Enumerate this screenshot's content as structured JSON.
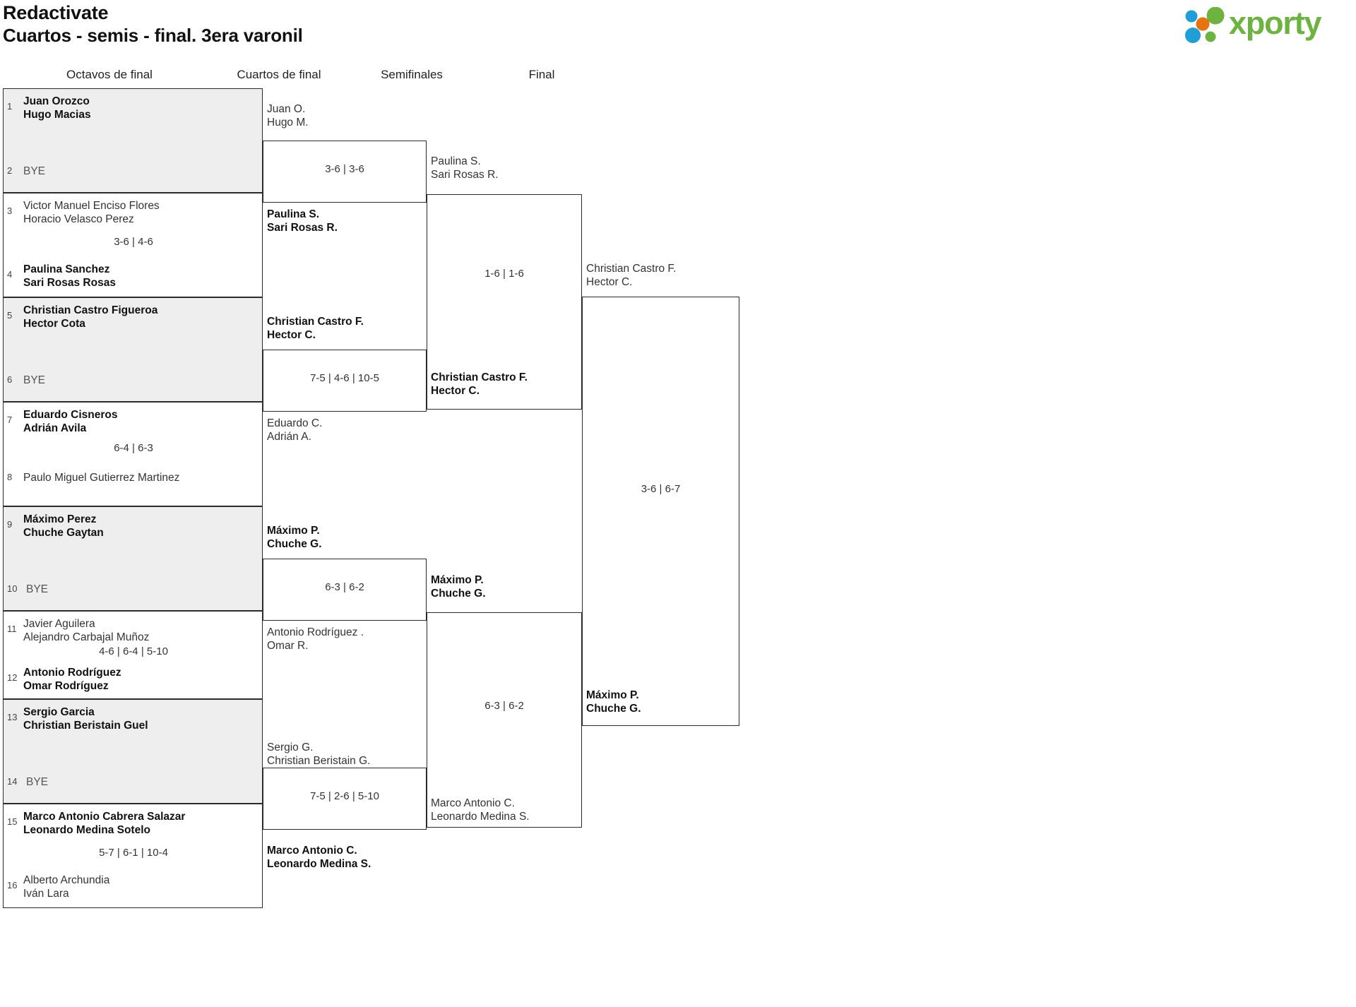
{
  "header": {
    "title": "Redactivate",
    "subtitle": "Cuartos - semis - final. 3era varonil",
    "logo_text": "xporty",
    "logo_colors": {
      "blue": "#1f9fd8",
      "orange": "#e8730d",
      "green": "#6cb33f"
    }
  },
  "rounds": [
    {
      "label": "Octavos de final"
    },
    {
      "label": "Cuartos de final"
    },
    {
      "label": "Semifinales"
    },
    {
      "label": "Final"
    }
  ],
  "round1": [
    {
      "shaded": true,
      "score": "",
      "top": {
        "seed": "1",
        "line1": "Juan Orozco",
        "line2": "Hugo Macias",
        "winner": true
      },
      "bottom": {
        "seed": "2",
        "line1": "BYE",
        "line2": "",
        "winner": false
      }
    },
    {
      "shaded": false,
      "score": "3-6 | 4-6",
      "top": {
        "seed": "3",
        "line1": "Victor Manuel Enciso Flores",
        "line2": "Horacio Velasco Perez",
        "winner": false
      },
      "bottom": {
        "seed": "4",
        "line1": "Paulina Sanchez",
        "line2": "Sari Rosas Rosas",
        "winner": true
      }
    },
    {
      "shaded": true,
      "score": "",
      "top": {
        "seed": "5",
        "line1": "Christian Castro Figueroa",
        "line2": "Hector Cota",
        "winner": true
      },
      "bottom": {
        "seed": "6",
        "line1": "BYE",
        "line2": "",
        "winner": false
      }
    },
    {
      "shaded": false,
      "score": "6-4 | 6-3",
      "top": {
        "seed": "7",
        "line1": "Eduardo Cisneros",
        "line2": "Adrián Avila",
        "winner": true
      },
      "bottom": {
        "seed": "8",
        "line1": "Paulo Miguel Gutierrez Martinez",
        "line2": "",
        "winner": false
      }
    },
    {
      "shaded": true,
      "score": "",
      "top": {
        "seed": "9",
        "line1": "Máximo Perez",
        "line2": "Chuche Gaytan",
        "winner": true
      },
      "bottom": {
        "seed": "10",
        "line1": "BYE",
        "line2": "",
        "winner": false
      }
    },
    {
      "shaded": false,
      "score": "4-6 | 6-4 | 5-10",
      "top": {
        "seed": "11",
        "line1": "Javier Aguilera",
        "line2": "Alejandro Carbajal Muñoz",
        "winner": false
      },
      "bottom": {
        "seed": "12",
        "line1": "Antonio Rodríguez",
        "line2": "Omar Rodríguez",
        "winner": true
      }
    },
    {
      "shaded": true,
      "score": "",
      "top": {
        "seed": "13",
        "line1": "Sergio Garcia",
        "line2": "Christian Beristain Guel",
        "winner": true
      },
      "bottom": {
        "seed": "14",
        "line1": "BYE",
        "line2": "",
        "winner": false
      }
    },
    {
      "shaded": false,
      "score": "5-7 | 6-1 | 10-4",
      "top": {
        "seed": "15",
        "line1": "Marco Antonio Cabrera Salazar",
        "line2": "Leonardo Medina Sotelo",
        "winner": true
      },
      "bottom": {
        "seed": "16",
        "line1": "Alberto Archundia",
        "line2": "Iván Lara",
        "winner": false
      }
    }
  ],
  "round2": [
    {
      "score": "3-6 | 3-6",
      "top": {
        "line1": "Juan O.",
        "line2": "Hugo M.",
        "winner": false
      },
      "bottom": {
        "line1": "Paulina S.",
        "line2": "Sari Rosas R.",
        "winner": true
      }
    },
    {
      "score": "7-5 | 4-6 | 10-5",
      "top": {
        "line1": "Christian Castro F.",
        "line2": "Hector C.",
        "winner": true
      },
      "bottom": {
        "line1": "Eduardo C.",
        "line2": "Adrián A.",
        "winner": false
      }
    },
    {
      "score": "6-3 | 6-2",
      "top": {
        "line1": "Máximo P.",
        "line2": "Chuche G.",
        "winner": true
      },
      "bottom": {
        "line1": "Antonio Rodríguez .",
        "line2": "Omar R.",
        "winner": false
      }
    },
    {
      "score": "7-5 | 2-6 | 5-10",
      "top": {
        "line1": "Sergio G.",
        "line2": "Christian Beristain G.",
        "winner": false
      },
      "bottom": {
        "line1": "Marco Antonio C.",
        "line2": "Leonardo Medina S.",
        "winner": true
      }
    }
  ],
  "round3": [
    {
      "score": "1-6 | 1-6",
      "top": {
        "line1": "Paulina S.",
        "line2": "Sari Rosas R.",
        "winner": false
      },
      "bottom": {
        "line1": "Christian Castro F.",
        "line2": "Hector C.",
        "winner": true
      }
    },
    {
      "score": "6-3 | 6-2",
      "top": {
        "line1": "Máximo P.",
        "line2": "Chuche G.",
        "winner": true
      },
      "bottom": {
        "line1": "Marco Antonio C.",
        "line2": "Leonardo Medina S.",
        "winner": false
      }
    }
  ],
  "round4": [
    {
      "score": "3-6 | 6-7",
      "top": {
        "line1": "Christian Castro F.",
        "line2": "Hector C.",
        "winner": false
      },
      "bottom": {
        "line1": "Máximo P.",
        "line2": "Chuche G.",
        "winner": true
      }
    }
  ]
}
